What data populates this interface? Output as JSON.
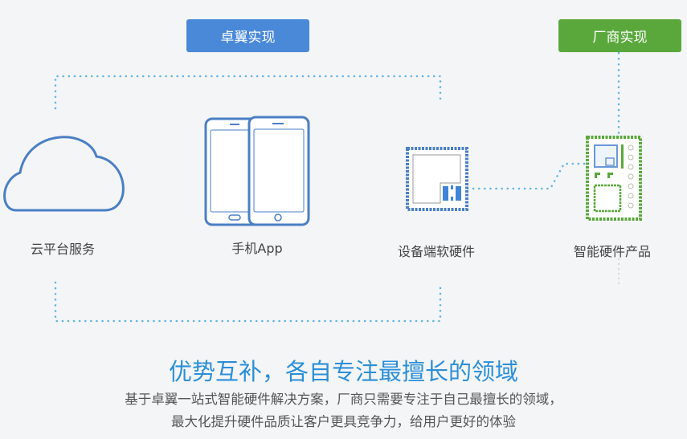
{
  "buttons": {
    "zhuoyi": "卓翼实现",
    "vendor": "厂商实现"
  },
  "labels": {
    "cloud": "云平台服务",
    "app": "手机App",
    "device": "设备端软硬件",
    "product": "智能硬件产品"
  },
  "headline": "优势互补，各自专注最擅长的领域",
  "subtext": [
    "基于卓翼一站式智能硬件解决方案，厂商只需要专注于自己最擅长的领域，",
    "最大化提升硬件品质让客户更具竞争力，给用户更好的体验"
  ],
  "colors": {
    "blue": "#4a88d8",
    "green": "#5aa83c",
    "dots": "#5fb4e0"
  }
}
